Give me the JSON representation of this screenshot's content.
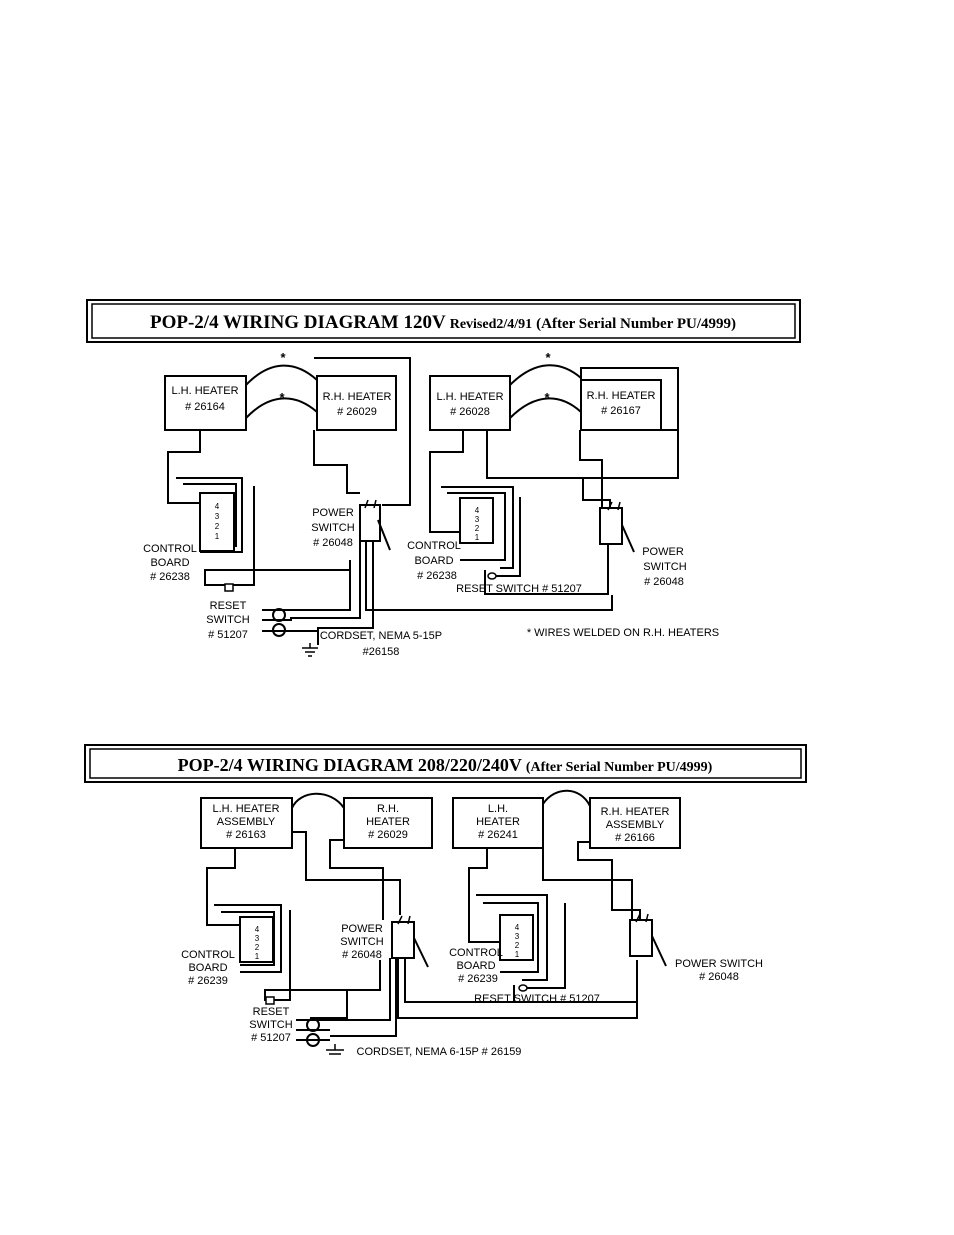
{
  "diagram1": {
    "title_main": "POP-2/4 WIRING DIAGRAM 120V",
    "title_rev": "Revised2/4/91",
    "title_suffix": "(After Serial Number PU/4999)",
    "asterisk": "*",
    "left_unit": {
      "lh_heater": [
        "L.H. HEATER",
        "# 26164"
      ],
      "rh_heater": [
        "R.H. HEATER",
        "# 26029"
      ],
      "control_board": [
        "CONTROL",
        "BOARD",
        "# 26238"
      ],
      "power_switch": [
        "POWER",
        "SWITCH",
        "# 26048"
      ],
      "reset_switch": [
        "RESET",
        "SWITCH",
        "# 51207"
      ],
      "board_pins": [
        "4",
        "3",
        "2",
        "1"
      ]
    },
    "right_unit": {
      "lh_heater": [
        "L.H. HEATER",
        "# 26028"
      ],
      "rh_heater": [
        "R.H. HEATER",
        "# 26167"
      ],
      "control_board": [
        "CONTROL",
        "BOARD",
        "# 26238"
      ],
      "power_switch": [
        "POWER",
        "SWITCH",
        "# 26048"
      ],
      "reset_switch": "RESET SWITCH # 51207",
      "board_pins": [
        "4",
        "3",
        "2",
        "1"
      ]
    },
    "cordset": [
      "CORDSET, NEMA 5-15P",
      "#26158"
    ],
    "note": "* WIRES WELDED ON R.H. HEATERS"
  },
  "diagram2": {
    "title_main": "POP-2/4 WIRING DIAGRAM 208/220/240V",
    "title_suffix": "(After Serial Number PU/4999)",
    "left_unit": {
      "lh_heater": [
        "L.H. HEATER",
        "ASSEMBLY",
        "# 26163"
      ],
      "rh_heater": [
        "R.H.",
        "HEATER",
        "# 26029"
      ],
      "control_board": [
        "CONTROL",
        "BOARD",
        "# 26239"
      ],
      "power_switch": [
        "POWER",
        "SWITCH",
        "# 26048"
      ],
      "reset_switch": [
        "RESET",
        "SWITCH",
        "# 51207"
      ],
      "board_pins": [
        "4",
        "3",
        "2",
        "1"
      ]
    },
    "right_unit": {
      "lh_heater": [
        "L.H.",
        "HEATER",
        "# 26241"
      ],
      "rh_heater": [
        "R.H. HEATER",
        "ASSEMBLY",
        "# 26166"
      ],
      "control_board": [
        "CONTROL",
        "BOARD",
        "# 26239"
      ],
      "power_switch": [
        "POWER SWITCH",
        "# 26048"
      ],
      "reset_switch": "RESET SWITCH  # 51207",
      "board_pins": [
        "4",
        "3",
        "2",
        "1"
      ]
    },
    "cordset": "CORDSET,  NEMA 6-15P  # 26159"
  }
}
